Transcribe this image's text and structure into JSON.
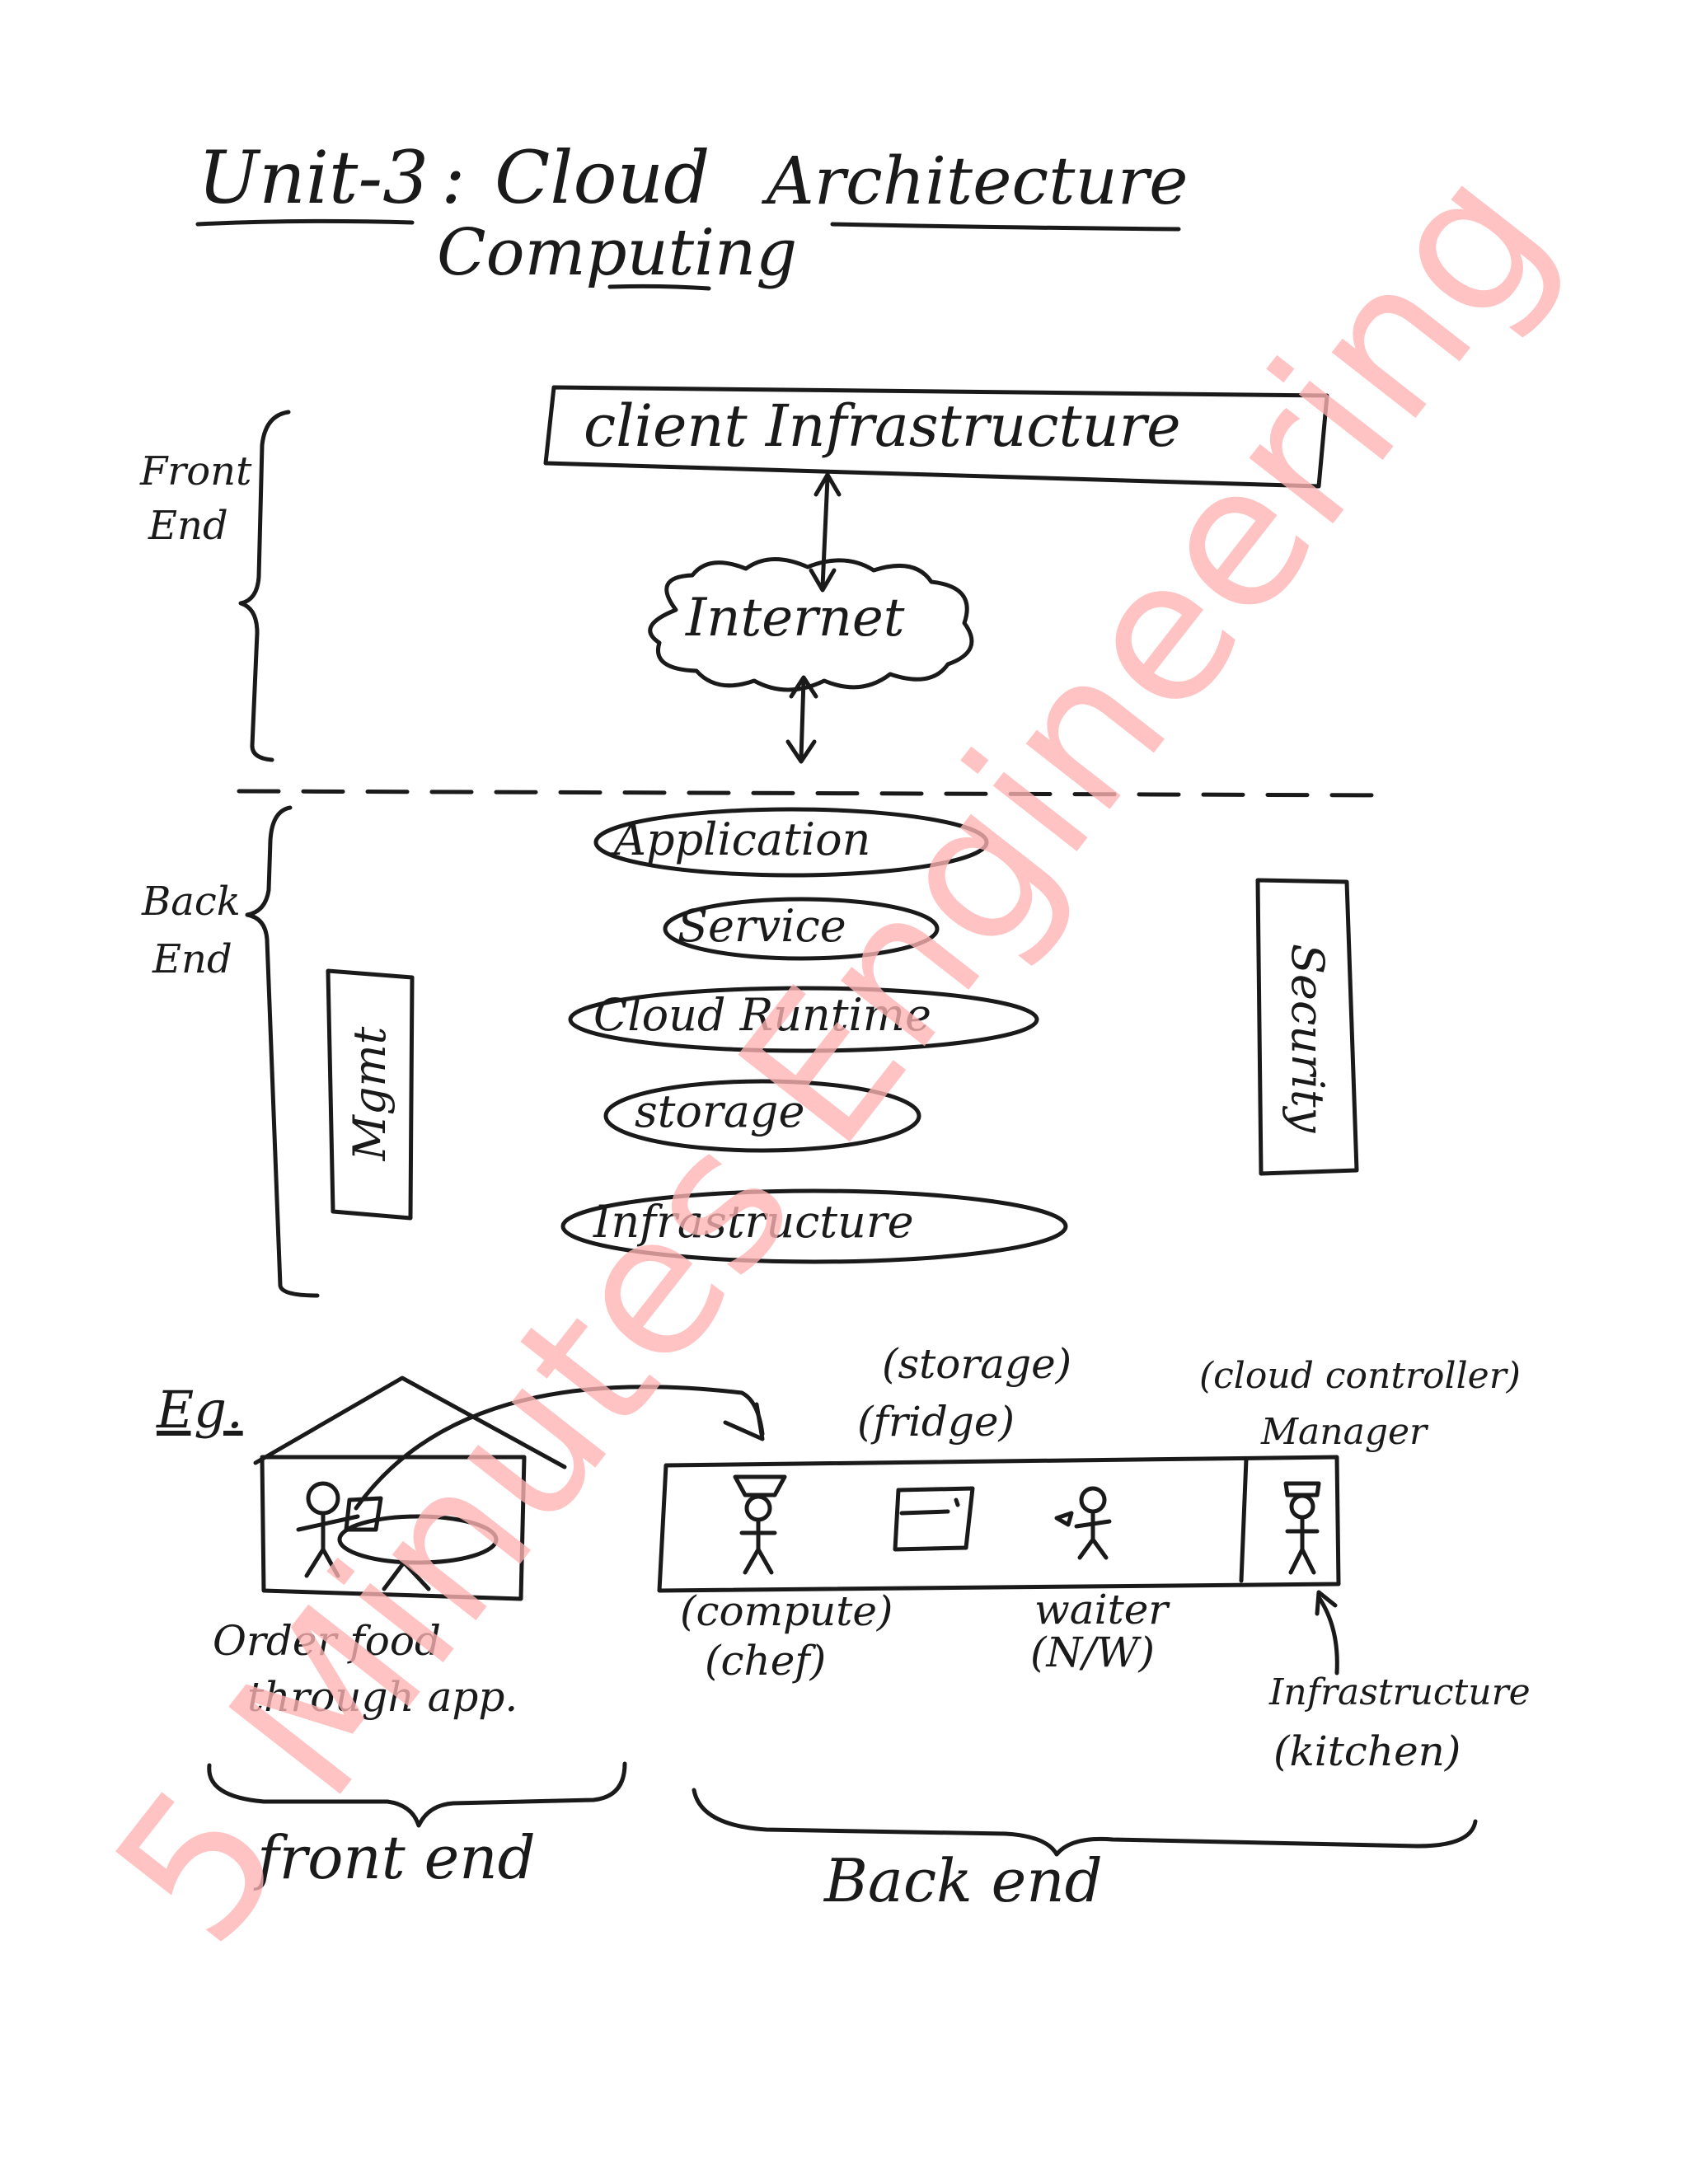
{
  "title": {
    "unit": "Unit-3",
    "colon": ":",
    "line1": "Cloud",
    "line2": "Computing",
    "architecture": "Architecture"
  },
  "front_end_label": [
    "Front",
    "End"
  ],
  "back_end_label": [
    "Back",
    "End"
  ],
  "client_box": "client Infrastructure",
  "internet": "Internet",
  "layers": [
    "Application",
    "Service",
    "Cloud Runtime",
    "storage",
    "Infrastructure"
  ],
  "management": "Mgmt",
  "security": "Security",
  "example": {
    "label": "Eg.",
    "storage": "(storage)",
    "fridge": "(fridge)",
    "cloud_controller": "(cloud controller)",
    "manager": "Manager",
    "compute": "(compute)",
    "chef": "(chef)",
    "waiter": "waiter",
    "network": "(N/W)",
    "order1": "Order food",
    "order2": "through app.",
    "infra": "Infrastructure",
    "kitchen": "(kitchen)",
    "front_end": "front end",
    "back_end": "Back end"
  },
  "watermark": "5 Minutes Engineering",
  "colors": {
    "ink": "#1a1a1a",
    "watermark": "#ffb3b3"
  }
}
